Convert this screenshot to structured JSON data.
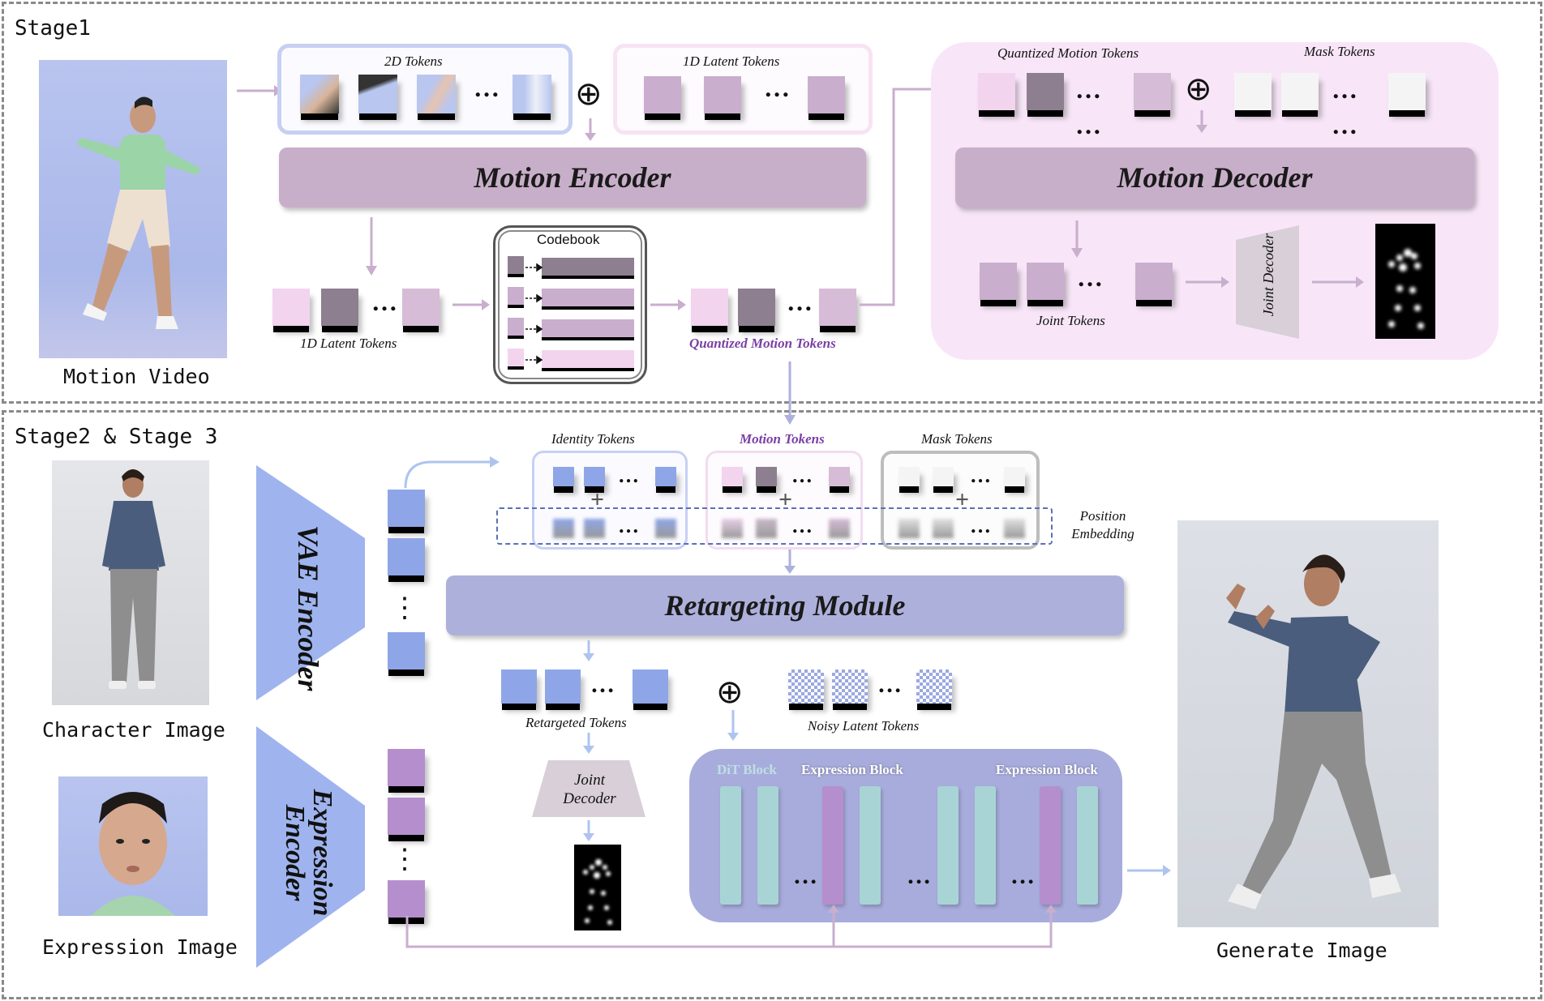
{
  "stage1": {
    "title": "Stage1",
    "motion_video_label": "Motion Video",
    "tokens_2d_label": "2D Tokens",
    "latent_1d_top_label": "1D Latent Tokens",
    "motion_encoder": "Motion Encoder",
    "latent_1d_bottom_label": "1D Latent Tokens",
    "codebook_label": "Codebook",
    "quantized_label": "Quantized  Motion Tokens",
    "decoder_quantized_label": "Quantized  Motion Tokens",
    "mask_tokens_label": "Mask Tokens",
    "motion_decoder": "Motion Decoder",
    "joint_tokens_label": "Joint Tokens",
    "joint_decoder_label": "Joint Decoder"
  },
  "stage23": {
    "title": "Stage2 & Stage 3",
    "character_image_label": "Character Image",
    "expression_image_label": "Expression Image",
    "vae_encoder": "VAE Encoder",
    "expression_encoder": "Expression Encoder",
    "identity_tokens_label": "Identity Tokens",
    "motion_tokens_label": "Motion Tokens",
    "mask_tokens_label": "Mask Tokens",
    "position_embedding_label": "Position Embedding",
    "retargeting_module": "Retargeting Module",
    "retargeted_tokens_label": "Retargeted Tokens",
    "noisy_latent_label": "Noisy Latent Tokens",
    "joint_decoder_label": "Joint Decoder",
    "dit_block_label": "DiT Block",
    "expression_block_label_1": "Expression Block",
    "expression_block_label_2": "Expression Block",
    "generate_image_label": "Generate Image"
  },
  "symbols": {
    "oplus": "⊕",
    "plus": "+",
    "ellipsis": "…",
    "vdots": "⋮"
  },
  "colors": {
    "purple_token": "#c9aecd",
    "pink_token": "#f2d4ee",
    "gray_token": "#8d7f8f",
    "blue_token": "#8ea6e8",
    "violet_token": "#b58fcd",
    "module_purple": "#c8afc9",
    "module_blue": "#aeb0dc",
    "teal_bar": "#a8d4d6",
    "accent_text": "#7a3fa5"
  }
}
